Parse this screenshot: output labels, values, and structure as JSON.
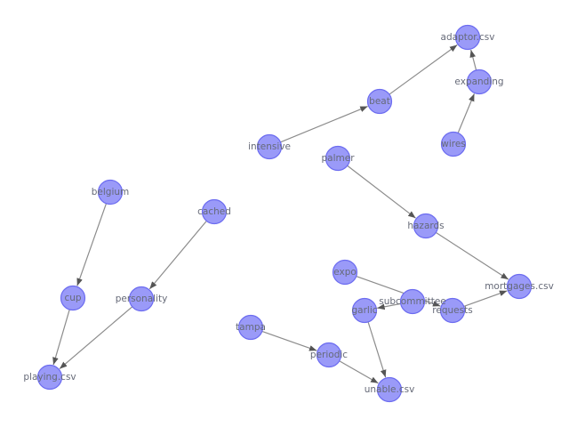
{
  "graph": {
    "node_color": "#9a9af8",
    "node_border_color": "#6c6cf0",
    "edge_color": "#8c8c8c",
    "label_color": "#666a78",
    "nodes": [
      {
        "id": "adaptor.csv"
      },
      {
        "id": "expanding"
      },
      {
        "id": "beat"
      },
      {
        "id": "wires"
      },
      {
        "id": "intensive"
      },
      {
        "id": "palmer"
      },
      {
        "id": "belgium"
      },
      {
        "id": "cached"
      },
      {
        "id": "hazards"
      },
      {
        "id": "expo"
      },
      {
        "id": "mortgages.csv"
      },
      {
        "id": "cup"
      },
      {
        "id": "personality"
      },
      {
        "id": "subcommittee"
      },
      {
        "id": "garlic"
      },
      {
        "id": "requests"
      },
      {
        "id": "tampa"
      },
      {
        "id": "periodic"
      },
      {
        "id": "playing.csv"
      },
      {
        "id": "unable.csv"
      }
    ],
    "edges": [
      {
        "source": "intensive",
        "target": "beat"
      },
      {
        "source": "beat",
        "target": "adaptor.csv"
      },
      {
        "source": "expanding",
        "target": "adaptor.csv"
      },
      {
        "source": "wires",
        "target": "expanding"
      },
      {
        "source": "palmer",
        "target": "hazards"
      },
      {
        "source": "hazards",
        "target": "mortgages.csv"
      },
      {
        "source": "requests",
        "target": "mortgages.csv"
      },
      {
        "source": "expo",
        "target": "requests"
      },
      {
        "source": "subcommittee",
        "target": "garlic"
      },
      {
        "source": "garlic",
        "target": "unable.csv"
      },
      {
        "source": "tampa",
        "target": "periodic"
      },
      {
        "source": "periodic",
        "target": "unable.csv"
      },
      {
        "source": "belgium",
        "target": "cup"
      },
      {
        "source": "cup",
        "target": "playing.csv"
      },
      {
        "source": "cached",
        "target": "personality"
      },
      {
        "source": "personality",
        "target": "playing.csv"
      }
    ]
  }
}
